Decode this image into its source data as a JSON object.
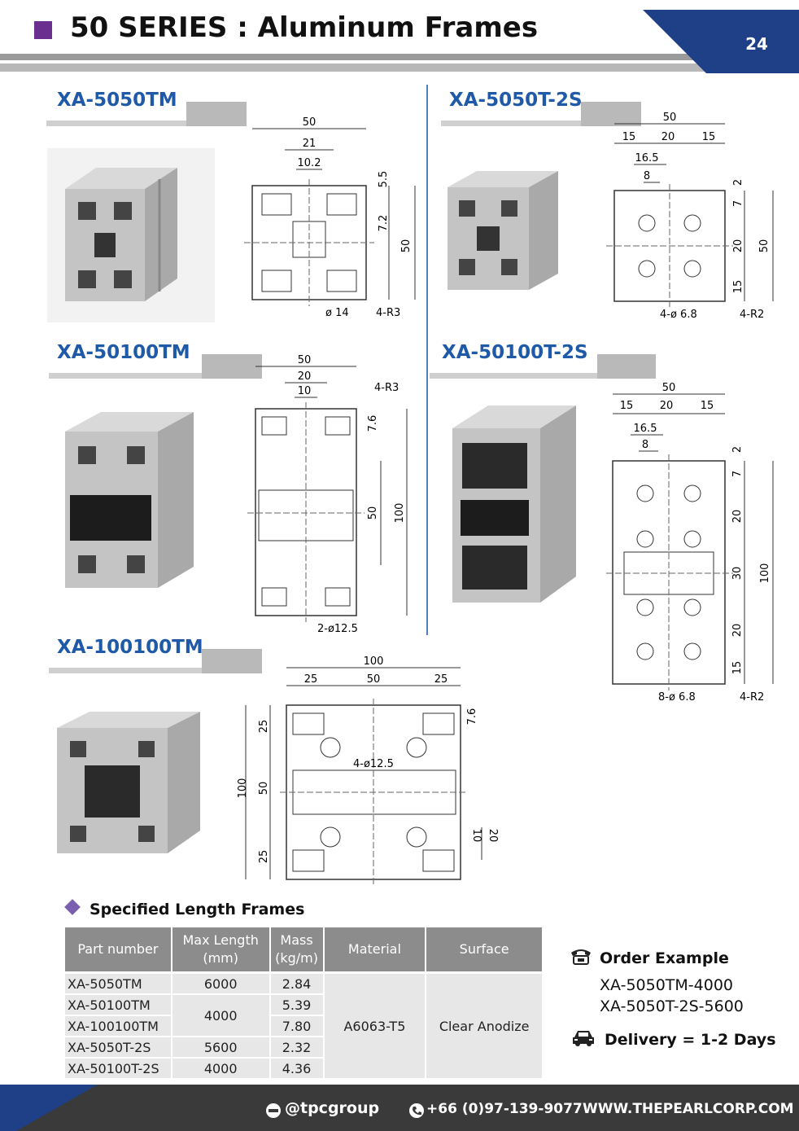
{
  "header": {
    "title": "50 SERIES : Aluminum Frames",
    "page_number": "24"
  },
  "products": [
    {
      "name": "XA-5050TM",
      "dims": {
        "w": "50",
        "d1": "21",
        "d2": "10.2",
        "d3": "5.5",
        "d4": "7.2",
        "h": "50",
        "hole": "ø 14",
        "radius": "4-R3"
      }
    },
    {
      "name": "XA-5050T-2S",
      "dims": {
        "w": "50",
        "a": "15",
        "b": "20",
        "c": "15",
        "d1": "16.5",
        "d2": "8",
        "v1": "2",
        "v2": "7",
        "v3": "20",
        "v4": "15",
        "h": "50",
        "hole": "4-ø 6.8",
        "radius": "4-R2"
      }
    },
    {
      "name": "XA-50100TM",
      "dims": {
        "w": "50",
        "d1": "20",
        "d2": "10",
        "radius": "4-R3",
        "v1": "7.6",
        "v2": "50",
        "h": "100",
        "hole": "2-ø12.5"
      }
    },
    {
      "name": "XA-50100T-2S",
      "dims": {
        "w": "50",
        "a": "15",
        "b": "20",
        "c": "15",
        "d1": "16.5",
        "d2": "8",
        "v1": "2",
        "v2": "7",
        "v3": "20",
        "v4": "30",
        "v5": "20",
        "v6": "15",
        "h": "100",
        "hole": "8-ø 6.8",
        "radius": "4-R2"
      }
    },
    {
      "name": "XA-100100TM",
      "dims": {
        "w": "100",
        "a": "25",
        "b": "50",
        "c": "25",
        "v1": "7.6",
        "hole": "4-ø12.5",
        "l1": "25",
        "l2": "50",
        "l3": "25",
        "h": "100",
        "r1": "10",
        "r2": "20"
      }
    }
  ],
  "spec": {
    "title": "Specified Length Frames",
    "headers": {
      "part": "Part number",
      "maxlen_1": "Max Length",
      "maxlen_2": "(mm)",
      "mass_1": "Mass",
      "mass_2": "(kg/m)",
      "material": "Material",
      "surface": "Surface"
    },
    "rows": [
      {
        "part": "XA-5050TM",
        "mass": "2.84"
      },
      {
        "part": "XA-50100TM",
        "mass": "5.39"
      },
      {
        "part": "XA-100100TM",
        "mass": "7.80"
      },
      {
        "part": "XA-5050T-2S",
        "mass": "2.32"
      },
      {
        "part": "XA-50100T-2S",
        "mass": "4.36"
      }
    ],
    "maxlen": [
      "6000",
      "4000",
      "5600",
      "4000"
    ],
    "material": "A6063-T5",
    "surface": "Clear Anodize"
  },
  "order": {
    "title": "Order Example",
    "example1": "XA-5050TM-4000",
    "example2": "XA-5050T-2S-5600",
    "delivery": "Delivery  = 1-2 Days"
  },
  "footer": {
    "line": "@tpcgroup",
    "phone": "+66 (0)97-139-9077",
    "website": "WWW.THEPEARLCORP.COM"
  },
  "colors": {
    "title_blue": "#1f5aa8",
    "header_purple": "#6a2f8f",
    "header_navy": "#1f3f86",
    "table_header": "#8c8c8c"
  }
}
